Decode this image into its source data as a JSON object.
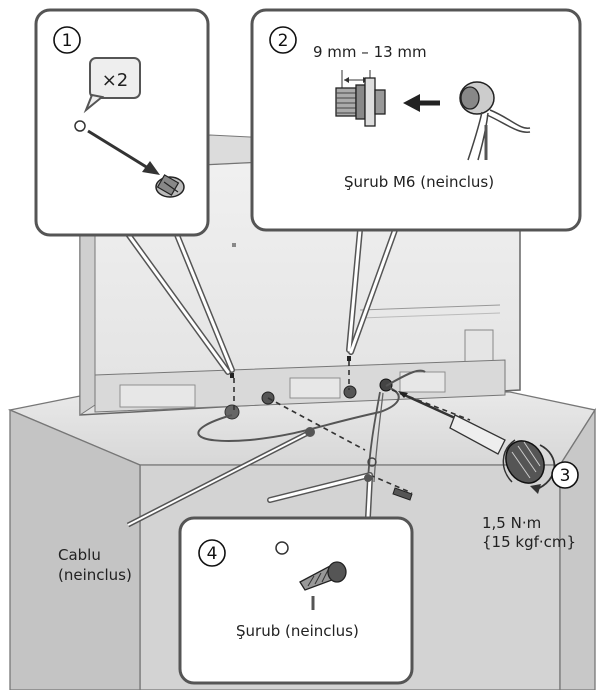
{
  "steps": {
    "step1": {
      "number": "1",
      "quantity": "×2"
    },
    "step2": {
      "number": "2",
      "measurement": "9 mm – 13 mm",
      "screw_label": "Şurub M6 (neinclus)"
    },
    "step3": {
      "number": "3",
      "torque_line1": "1,5 N·m",
      "torque_line2": "{15 kgf·cm}"
    },
    "step4": {
      "number": "4",
      "screw_label": "Şurub (neinclus)"
    }
  },
  "cable": {
    "line1": "Cablu",
    "line2": "(neinclus)"
  }
}
